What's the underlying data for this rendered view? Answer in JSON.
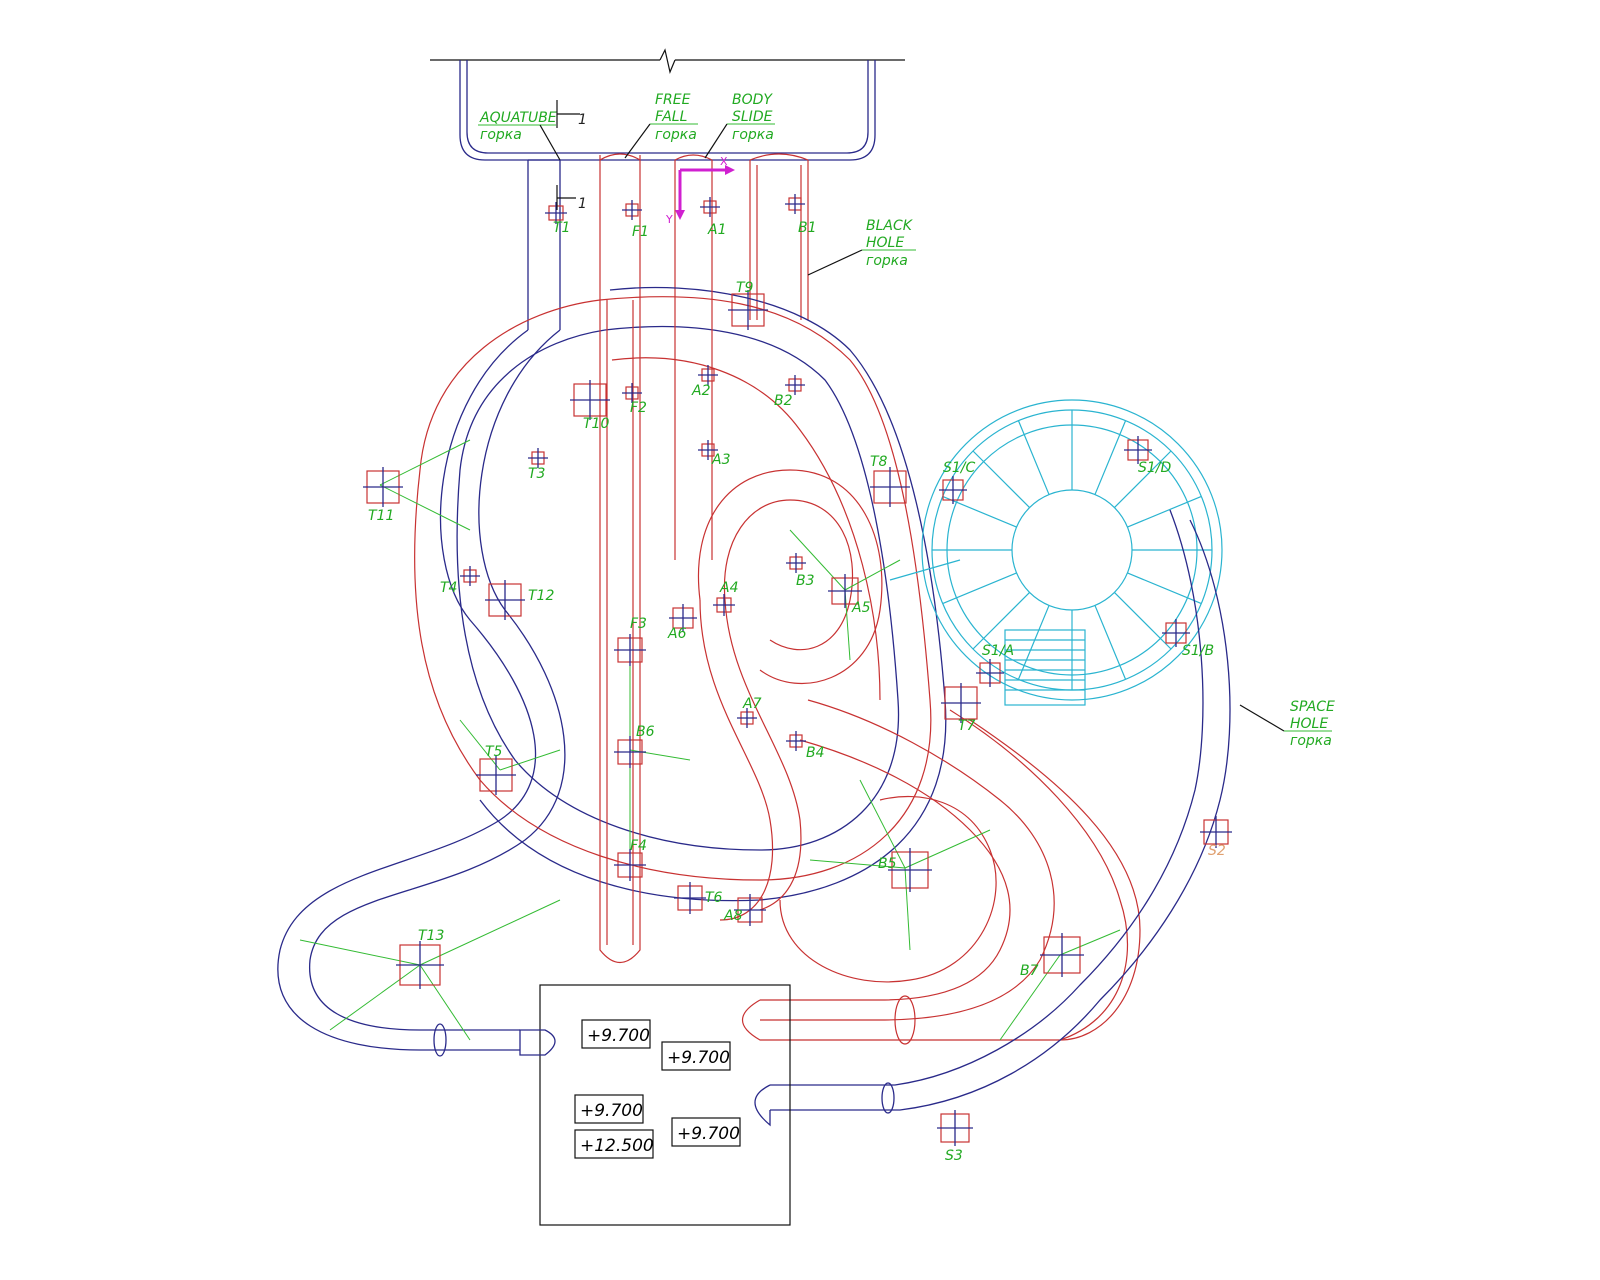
{
  "colors": {
    "aquatube": "#2a2a8a",
    "slides": "#c83232",
    "space_hole": "#2ab4d0",
    "labels": "#22aa22",
    "axis": "#d020d0",
    "frame": "#111111"
  },
  "slide_labels": {
    "aquatube": {
      "name": "AQUATUBE",
      "sub": "горка"
    },
    "free_fall": {
      "name1": "FREE",
      "name2": "FALL",
      "sub": "горка"
    },
    "body_slide": {
      "name1": "BODY",
      "name2": "SLIDE",
      "sub": "горка"
    },
    "black_hole": {
      "name1": "BLACK",
      "name2": "HOLE",
      "sub": "горка"
    },
    "space_hole": {
      "name1": "SPACE",
      "name2": "HOLE",
      "sub": "горка"
    }
  },
  "section_marks": [
    "1",
    "1"
  ],
  "axes": {
    "x": "X",
    "y": "Y"
  },
  "points": [
    {
      "id": "T1"
    },
    {
      "id": "F1"
    },
    {
      "id": "A1"
    },
    {
      "id": "B1"
    },
    {
      "id": "T9"
    },
    {
      "id": "T10"
    },
    {
      "id": "F2"
    },
    {
      "id": "A2"
    },
    {
      "id": "B2"
    },
    {
      "id": "T3"
    },
    {
      "id": "A3"
    },
    {
      "id": "T8"
    },
    {
      "id": "S1/C"
    },
    {
      "id": "S1/D"
    },
    {
      "id": "T11"
    },
    {
      "id": "T4"
    },
    {
      "id": "T12"
    },
    {
      "id": "A4"
    },
    {
      "id": "B3"
    },
    {
      "id": "A5"
    },
    {
      "id": "F3"
    },
    {
      "id": "A6"
    },
    {
      "id": "S1/A"
    },
    {
      "id": "S1/B"
    },
    {
      "id": "T7"
    },
    {
      "id": "A7"
    },
    {
      "id": "B6"
    },
    {
      "id": "B4"
    },
    {
      "id": "T5"
    },
    {
      "id": "F4"
    },
    {
      "id": "B5"
    },
    {
      "id": "T6"
    },
    {
      "id": "A8"
    },
    {
      "id": "T13"
    },
    {
      "id": "B7"
    },
    {
      "id": "S3"
    },
    {
      "id": "S2"
    }
  ],
  "elevations": [
    "+9.700",
    "+9.700",
    "+9.700",
    "+12.500",
    "+9.700"
  ]
}
